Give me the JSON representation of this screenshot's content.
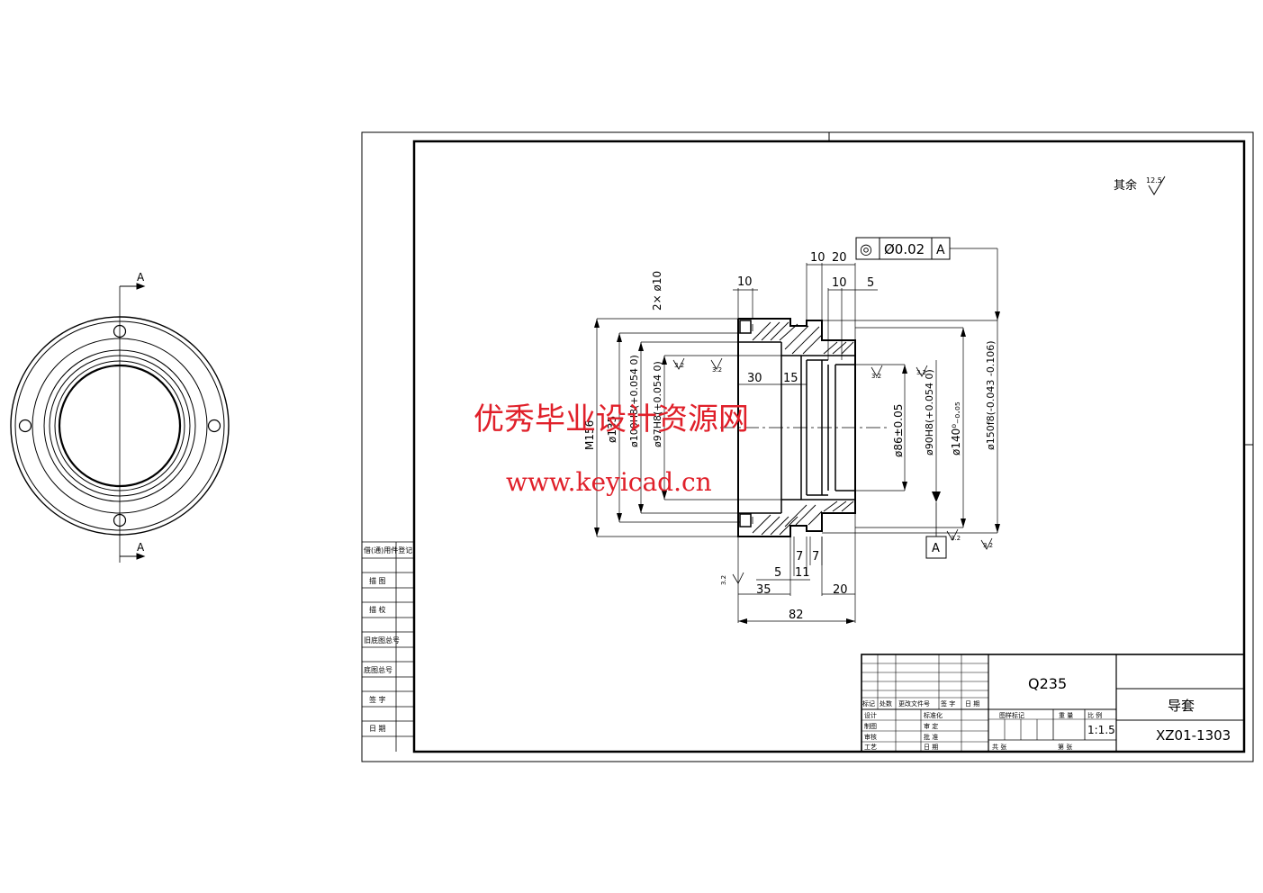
{
  "watermark": {
    "title": "优秀毕业设计资源网",
    "url": "www.keyicad.cn",
    "color": "#e0202a"
  },
  "side_view": {
    "section_label_top": "A",
    "section_label_bottom": "A"
  },
  "roughness": {
    "other_label": "其余",
    "other_value": "12.5",
    "values": [
      "3.2",
      "3.2",
      "3.2",
      "3.2",
      "3.2",
      "3.2",
      "3.2"
    ]
  },
  "tolerance_frame": {
    "symbol": "◎",
    "value": "Ø0.02",
    "datum": "A"
  },
  "datum_label": "A",
  "dimensions": {
    "holes": "2× ø10",
    "thread": "M156",
    "d135": "ø135",
    "d100": "ø100H8(+0.054 0)",
    "d97": "ø97H8(+0.054 0)",
    "d86": "ø86±0.05",
    "d90": "ø90H8(+0.054 0)",
    "d140": "ø140⁰₋₀.₀₅",
    "d150": "ø150f8(-0.043 -0.106)",
    "top_10a": "10",
    "top_10b": "10",
    "top_20": "20",
    "top_10c": "10",
    "top_5": "5",
    "mid_30": "30",
    "mid_15": "15",
    "bot_7a": "7",
    "bot_7b": "7",
    "bot_5": "5",
    "bot_11": "11",
    "bot_35": "35",
    "bot_20": "20",
    "bot_82": "82"
  },
  "left_block": {
    "rows": [
      "借(通)用件登记",
      "描 图",
      "描 校",
      "旧底图总号",
      "底图总号",
      "签 字",
      "日 期"
    ]
  },
  "title_block": {
    "material": "Q235",
    "part_name": "导套",
    "drawing_no": "XZ01-1303",
    "scale": "1:1.5",
    "scale_label": "比 例",
    "weight_label": "重 量",
    "stage_label": "图样标记",
    "sheets_label": "共 张",
    "sheet_label": "第 张",
    "rev_headers": [
      "标记",
      "处数",
      "更改文件号",
      "签 字",
      "日 期"
    ],
    "signers": [
      "设计",
      "制图",
      "审核",
      "工艺"
    ],
    "signer_right": [
      "标准化",
      "审 定",
      "批 准",
      "日 期"
    ]
  }
}
